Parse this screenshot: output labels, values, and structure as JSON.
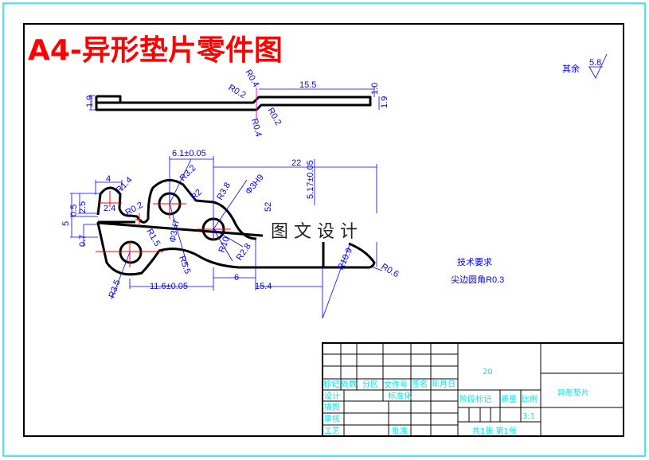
{
  "drawing": {
    "title": "A4-异形垫片零件图",
    "surface_roughness_label": "其余",
    "surface_roughness_value": "5.8",
    "watermark": "图 文 设 计",
    "colors": {
      "dimension": "#0000ff",
      "outline": "#000000",
      "centerline": "#ff0000",
      "title_text": "#ff0000",
      "table_text": "#00e5ee",
      "sheet_border": "#00e5ee"
    }
  },
  "side_view_dims": [
    "R0.4",
    "R0.2",
    "15.5",
    "1.0",
    "1.9",
    "1.9",
    "R0.2",
    "R0.4"
  ],
  "front_view_dims": {
    "d_6_1": "6.1±0.05",
    "d_22": "22",
    "d_5_17": "5.17±0.05",
    "d_4": "4",
    "r1_4": "R1.4",
    "r3_2": "R3.2",
    "r2": "R2",
    "r3_8": "R3.8",
    "phi3h9": "Φ3H9",
    "d_2_5": "2.5",
    "d_0_5": "0.5",
    "d_5": "5",
    "d_2_4": "2.4",
    "r0_2": "R0.2",
    "d_0_7": "0.7",
    "r1_5": "R1.5",
    "phi3h7": "Φ3H7",
    "r10": "R10",
    "r2_8": "R2.8",
    "d_52": "52",
    "r3_5": "R3.5",
    "r5_5": "R5.5",
    "d_11_6": "11.6±0.05",
    "d_6": "6",
    "d_15_4": "15.4",
    "r10_9": "R10.9",
    "r0_6": "R0.6"
  },
  "requirements": {
    "heading": "技术要求",
    "item": "尖边圆角R0.3"
  },
  "title_block": {
    "headers": [
      "标记",
      "处数",
      "分区",
      "文件号",
      "签名",
      "年月日"
    ],
    "design": "设计",
    "standard": "标准化",
    "drawing": "描图",
    "review": "审核",
    "process": "工艺",
    "approve": "批准",
    "number": "20",
    "stage_mark": "阶段标记",
    "mass": "质量",
    "scale_label": "比例",
    "scale": "3:1",
    "sheets": "共1张 第1张",
    "part_name": "异形垫片"
  }
}
